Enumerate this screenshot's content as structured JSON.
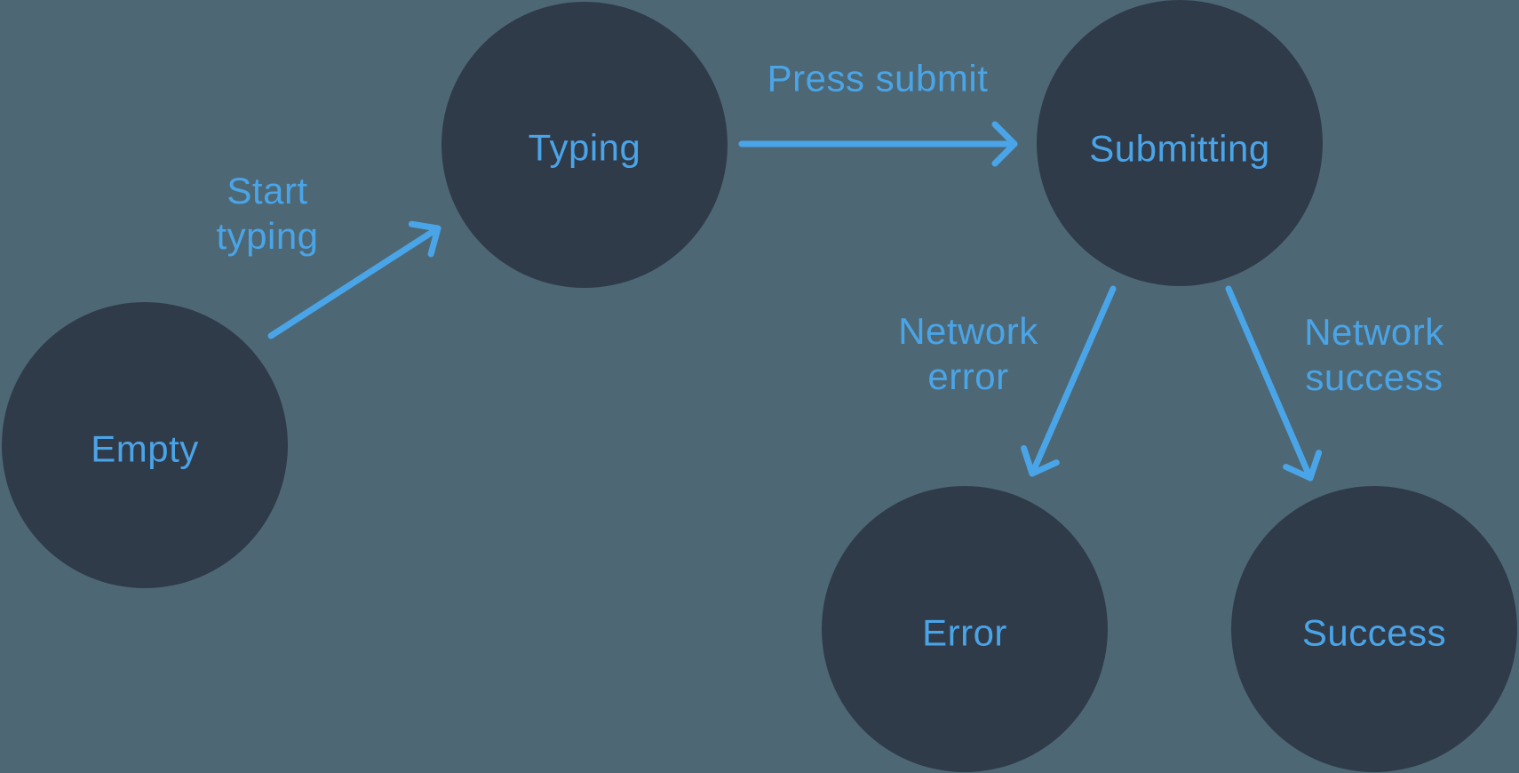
{
  "diagram": {
    "type": "state-machine",
    "colors": {
      "background": "#4D6874",
      "node_fill": "#303B4A",
      "accent_blue": "#4AA4E8"
    },
    "states": [
      {
        "id": "empty",
        "label": "Empty"
      },
      {
        "id": "typing",
        "label": "Typing"
      },
      {
        "id": "submitting",
        "label": "Submitting"
      },
      {
        "id": "error",
        "label": "Error"
      },
      {
        "id": "success",
        "label": "Success"
      }
    ],
    "transitions": [
      {
        "id": "start-typing",
        "label": "Start\ntyping",
        "from": "empty",
        "to": "typing"
      },
      {
        "id": "press-submit",
        "label": "Press submit",
        "from": "typing",
        "to": "submitting"
      },
      {
        "id": "network-error",
        "label": "Network\nerror",
        "from": "submitting",
        "to": "error"
      },
      {
        "id": "network-success",
        "label": "Network\nsuccess",
        "from": "submitting",
        "to": "success"
      }
    ]
  }
}
